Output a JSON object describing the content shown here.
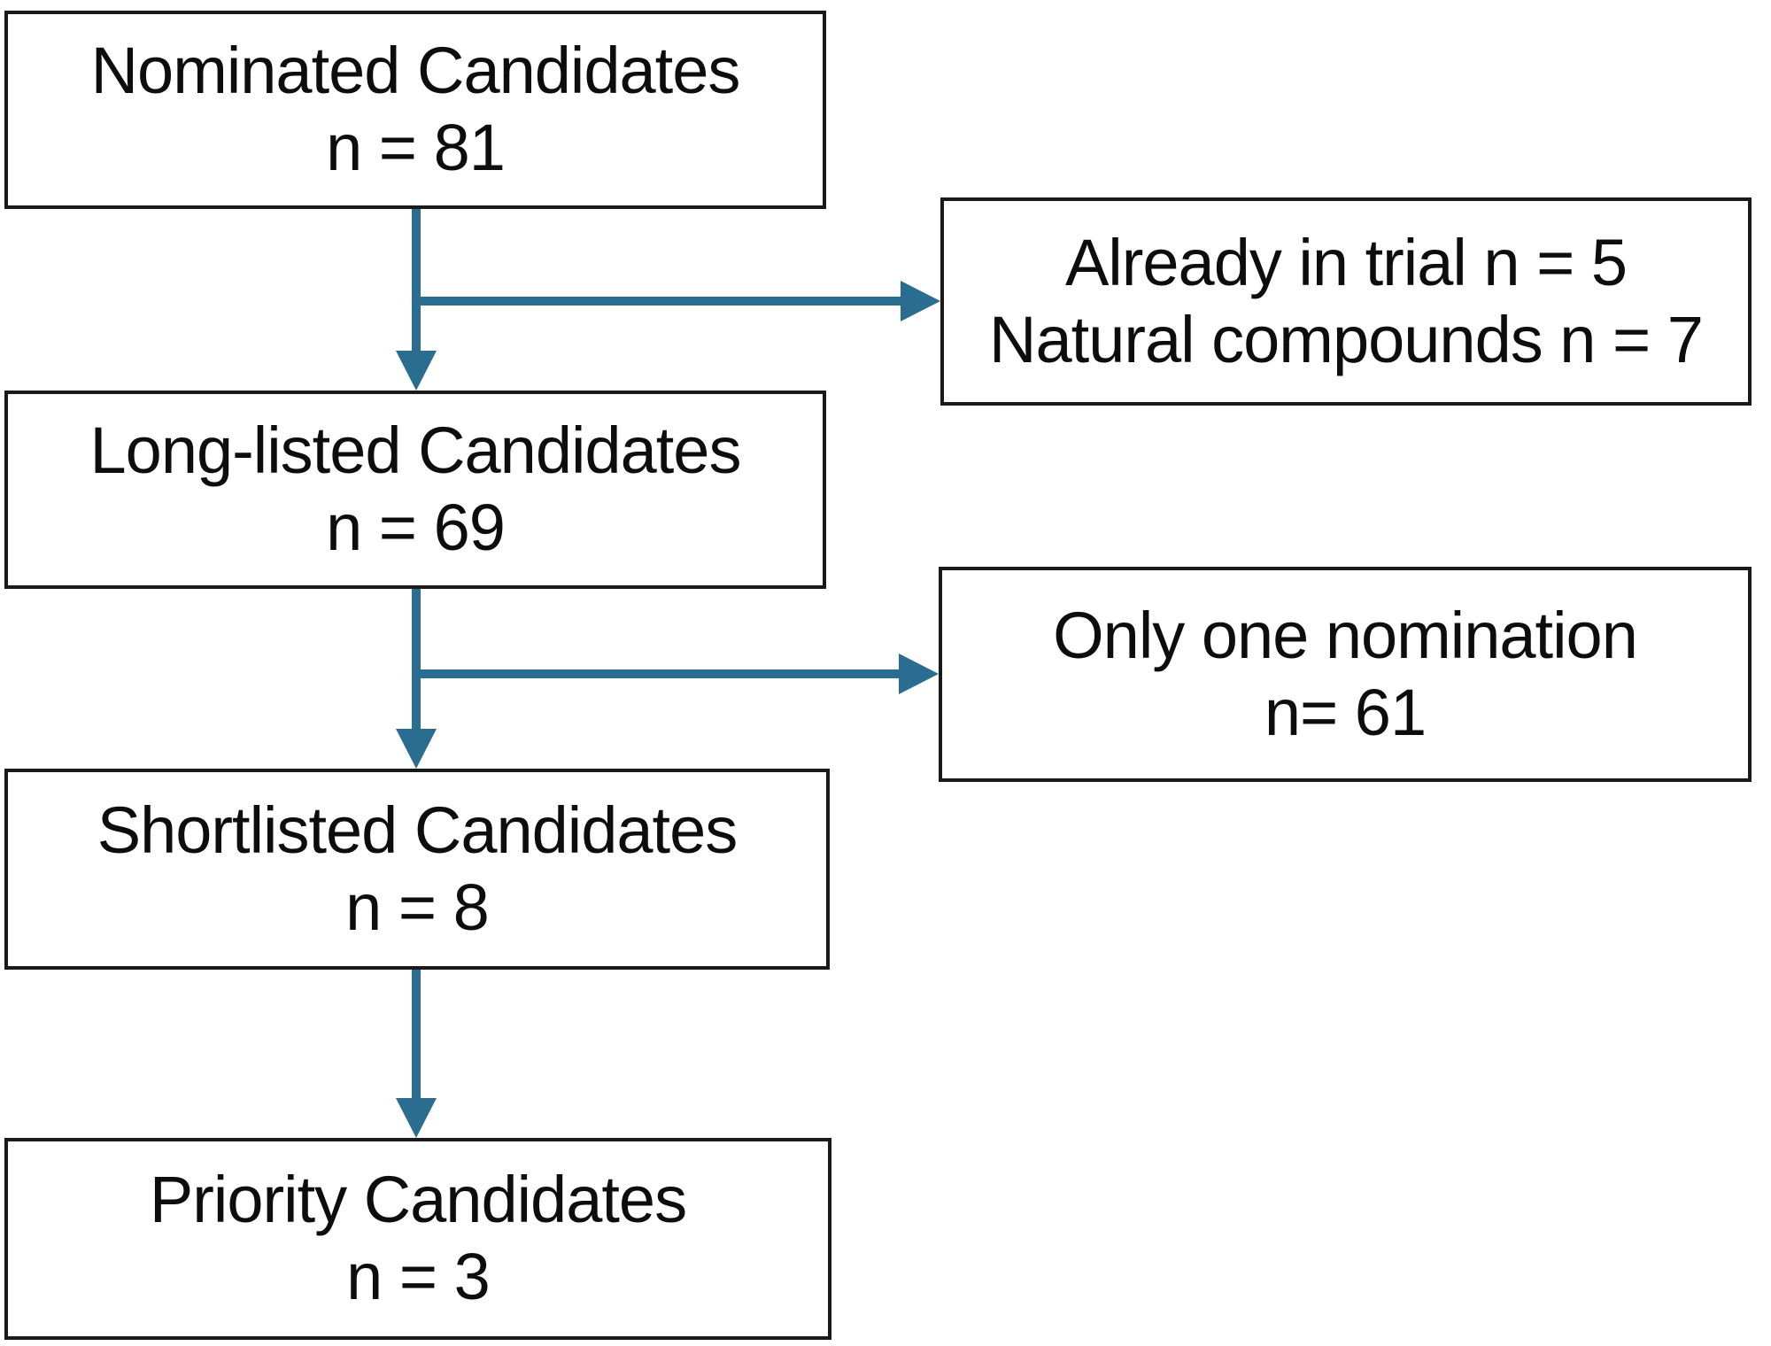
{
  "colors": {
    "arrow": "#2b6d90",
    "border": "#1a1a1a",
    "text": "#0d0d0d",
    "background": "#ffffff"
  },
  "flowchart": {
    "main_nodes": [
      {
        "id": "nominated",
        "title": "Nominated Candidates",
        "count": "n = 81"
      },
      {
        "id": "long-listed",
        "title": "Long-listed Candidates",
        "count": "n = 69"
      },
      {
        "id": "shortlisted",
        "title": "Shortlisted Candidates",
        "count": "n = 8"
      },
      {
        "id": "priority",
        "title": "Priority Candidates",
        "count": "n = 3"
      }
    ],
    "exclusion_nodes": [
      {
        "id": "excluded-trial-natural",
        "line1": "Already in trial n = 5",
        "line2": "Natural compounds n = 7"
      },
      {
        "id": "excluded-single-nomination",
        "line1": "Only one nomination",
        "line2": "n= 61"
      }
    ]
  }
}
